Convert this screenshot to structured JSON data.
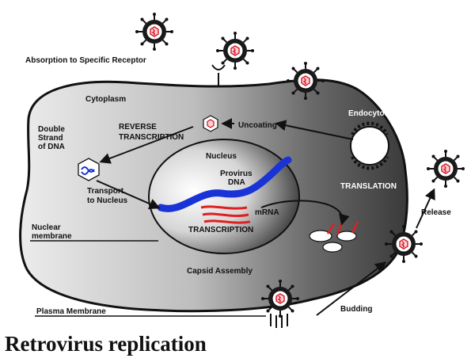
{
  "labels": {
    "absorption": "Absorption to Specific Receptor",
    "cytoplasm": "Cytoplasm",
    "double_strand_1": "Double",
    "double_strand_2": "Strand",
    "double_strand_3": "of DNA",
    "reverse_1": "REVERSE",
    "reverse_2": "TRANSCRIPTION",
    "uncoating": "Uncoating",
    "endocytosis": "Endocytosis",
    "nucleus": "Nucleus",
    "provirus_1": "Provirus",
    "provirus_2": "DNA",
    "translation": "TRANSLATION",
    "transport_1": "Transport",
    "transport_2": "to Nucleus",
    "mrna": "mRNA",
    "nuclear_membrane_1": "Nuclear",
    "nuclear_membrane_2": "membrane",
    "transcription": "TRANSCRIPTION",
    "release": "Release",
    "capsid_assembly": "Capsid Assembly",
    "plasma_membrane": "Plasma Membrane",
    "budding": "Budding"
  },
  "caption": "Retrovirus replication",
  "colors": {
    "virus_core": "#d4182a",
    "dna": "#1a33d6",
    "mrna": "#e02020",
    "cell_outline": "#111111"
  }
}
